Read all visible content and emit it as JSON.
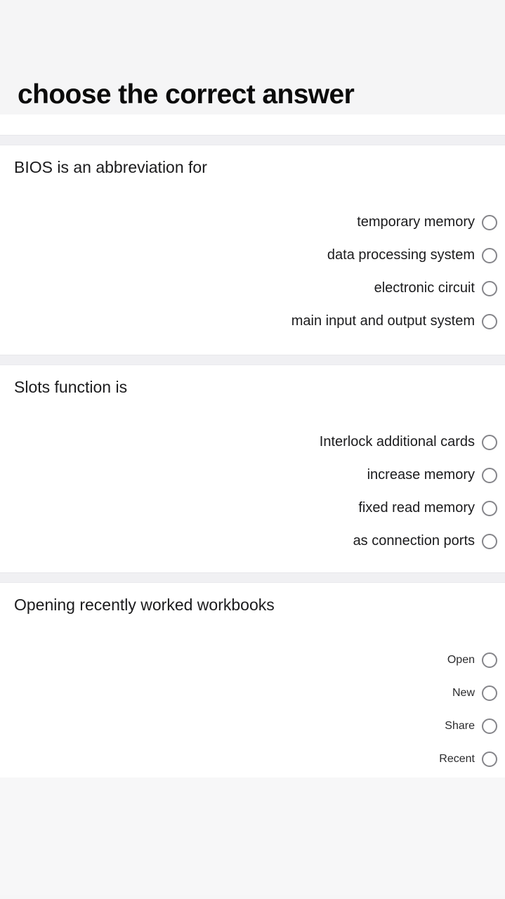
{
  "page": {
    "title": "choose the correct answer"
  },
  "questions": [
    {
      "prompt": "BIOS is an abbreviation for",
      "options": [
        "temporary memory",
        "data processing system",
        "electronic circuit",
        "main input and output system"
      ]
    },
    {
      "prompt": "Slots function is",
      "options": [
        "Interlock additional cards",
        "increase memory",
        "fixed read memory",
        "as connection ports"
      ]
    },
    {
      "prompt": "Opening recently worked workbooks",
      "options": [
        "Open",
        "New",
        "Share",
        "Recent"
      ]
    }
  ],
  "colors": {
    "page_background": "#f6f6f7",
    "section_background": "#ffffff",
    "divider": "#f0f0f3",
    "title_text": "#0b0b0b",
    "body_text": "#1b1b1d",
    "radio_border": "#85858a"
  }
}
